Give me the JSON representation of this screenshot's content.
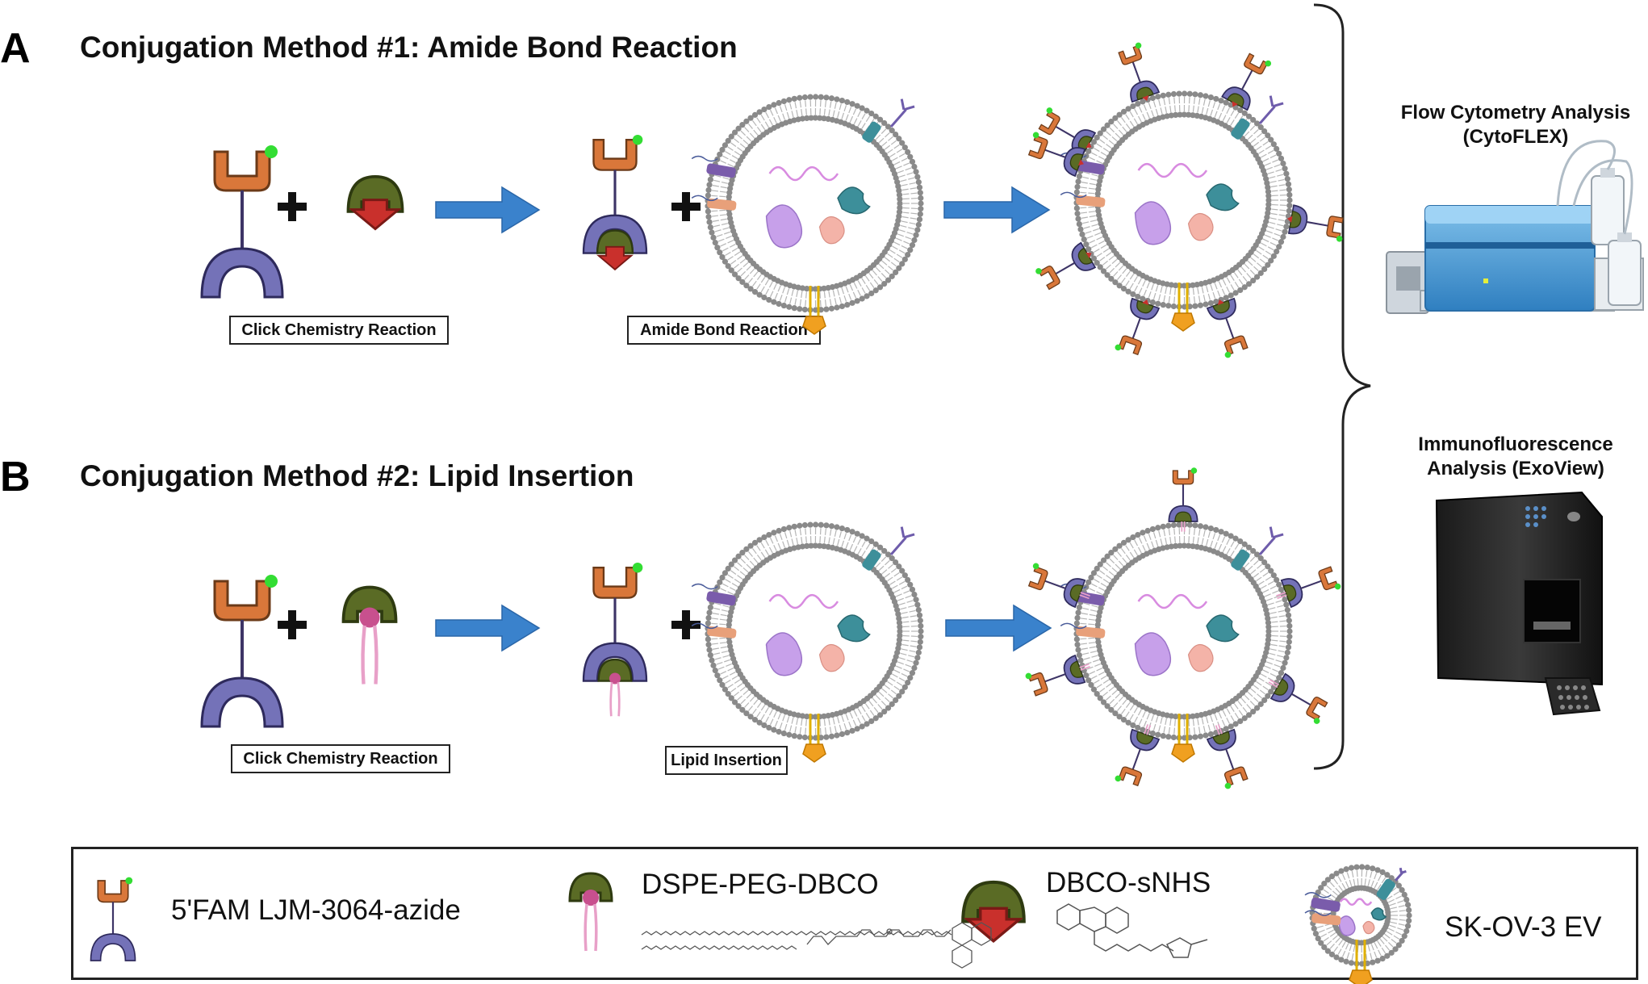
{
  "panels": [
    {
      "letter": "A",
      "title": "Conjugation Method #1: Amide Bond Reaction",
      "step1_label": "Click Chemistry Reaction",
      "step2_label": "Amide Bond Reaction"
    },
    {
      "letter": "B",
      "title": "Conjugation Method #2: Lipid Insertion",
      "step1_label": "Click Chemistry Reaction",
      "step2_label": "Lipid Insertion"
    }
  ],
  "analysis": {
    "flow": {
      "title_line1": "Flow Cytometry Analysis",
      "title_line2": "(CytoFLEX)"
    },
    "immuno": {
      "title_line1": "Immunofluorescence",
      "title_line2": "Analysis (ExoView)"
    }
  },
  "legend": {
    "items": [
      {
        "label": "5'FAM LJM-3064-azide",
        "icon": "aptamer-icon"
      },
      {
        "label": "DSPE-PEG-DBCO",
        "icon": "dspe-peg-dbco-icon"
      },
      {
        "label": "DBCO-sNHS",
        "icon": "dbco-snhs-icon"
      },
      {
        "label": "SK-OV-3 EV",
        "icon": "extracellular-vesicle-icon"
      }
    ]
  },
  "colors": {
    "aptamer_head": "#d9773a",
    "aptamer_base": "#7472b8",
    "fam_dot": "#33dd33",
    "dbco_cap": "#5a6b25",
    "nhs_red": "#c9302c",
    "lipid_pink": "#e8a0c8",
    "arrow_blue": "#3a82cc",
    "membrane_gray": "#8a8a8a"
  }
}
